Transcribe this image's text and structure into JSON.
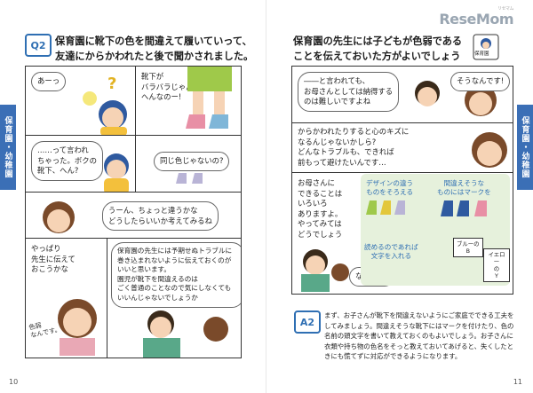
{
  "logo": {
    "brand": "ReseMom",
    "ruby": "リセマム"
  },
  "left": {
    "q_label": "Q2",
    "question": "保育園に靴下の色を間違えて履いていって、友達にからかわれたと後で聞かされました。",
    "side_tab": "保育園・幼稚園",
    "page_number": "10",
    "bubbles": {
      "b1": "あーっ",
      "b2": "靴下が\nバラバラじゃん!\nへんなのー!",
      "b3": "……って言われ\nちゃった。ボクの\n靴下、へん?",
      "b4": "同じ色じゃないの?",
      "b5": "うーん、ちょっと違うかな\nどうしたらいいか考えてみるね",
      "b6": "やっぱり\n先生に伝えて\nおこうかな",
      "b7": "保育園の先生には予期せぬトラブルに\n巻き込まれないように伝えておくのが\nいいと思います。\n園児が靴下を間違えるのは\nごく普通のことなので気にしなくても\nいいんじゃないでしょうか",
      "hand": "色弱\nなんです。"
    },
    "question_mark": "?"
  },
  "right": {
    "question": "保育園の先生には子どもが色弱であることを伝えておいた方がよいでしょうか?",
    "side_tab": "保育園・幼稚園",
    "page_number": "11",
    "icon_label": "保育園",
    "bubbles": {
      "c1": "――と言われても、\nお母さんとしては納得する\nのは難しいですよね",
      "c2": "そうなんです!",
      "c3": "からかわれたりすると心のキズに\nなるんじゃないかしら?\nどんなトラブルも、できれば\n前もって避けたいんです…",
      "c4": "お母さんに\nできることは\nいろいろ\nありますよ。\nやってみては\nどうでしょう",
      "c5": "なるほど!"
    },
    "notes": {
      "n1": "デザインの違う\nものをそろえる",
      "n2": "間違えそうな\nものにはマークを",
      "n3": "読めるのであれば\n文字を入れる"
    },
    "tags": {
      "t1": "ブルーの\nB",
      "t2": "イエロー\nの\nY"
    },
    "a_label": "A2",
    "answer": "まず、お子さんが靴下を間違えないようにご家庭でできる工夫をしてみましょう。間違えそうな靴下にはマークを付けたり、色の名前の頭文字を書いて教えておくのもよいでしょう。お子さんに衣類や持ち物の色名をそっと教えておいてあげると、失くしたときにも慌てずに対応ができるようになります。"
  },
  "colors": {
    "accent": "#2f6fb3",
    "tab": "#3b6fb6"
  }
}
